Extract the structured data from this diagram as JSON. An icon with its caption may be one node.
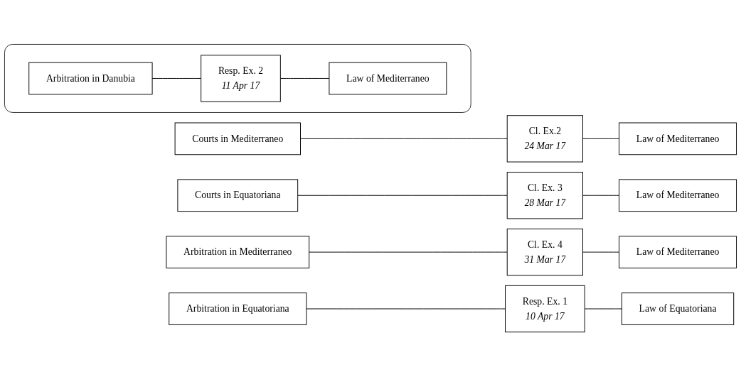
{
  "diagram": {
    "nodes": [
      {
        "text": [
          "Courts in Mediterraneo"
        ]
      },
      {
        "text": [
          "Cl. Ex.2",
          "24 Mar 17"
        ]
      },
      {
        "text": [
          "Law of Mediterraneo"
        ]
      },
      {
        "text": [
          "Courts in Equatoriana"
        ]
      },
      {
        "text": [
          "Cl. Ex. 3",
          "28 Mar 17"
        ]
      },
      {
        "text": [
          "Law of Mediterraneo"
        ]
      },
      {
        "text": [
          "Arbitration in Mediterraneo"
        ]
      },
      {
        "text": [
          "Cl. Ex. 4",
          "31 Mar 17"
        ]
      },
      {
        "text": [
          "Law of Mediterraneo"
        ]
      },
      {
        "text": [
          "Arbitration in Equatoriana"
        ]
      },
      {
        "text": [
          "Resp. Ex. 1",
          "10 Apr 17"
        ]
      },
      {
        "text": [
          "Law of Equatoriana"
        ]
      },
      {
        "text": [],
        "shape": "box"
      },
      {
        "text": [
          "Arbitration in Danubia"
        ],
        "in": 12
      },
      {
        "text": [
          "Resp. Ex. 2",
          "11 Apr 17"
        ],
        "in": 12
      },
      {
        "text": [
          "Law of Mediterraneo"
        ],
        "in": 12
      }
    ],
    "edges": [
      {
        "from": 0,
        "to": 1,
        "arrow": "none"
      },
      {
        "from": 1,
        "to": 2,
        "arrow": "none"
      },
      {
        "from": 3,
        "to": 4,
        "arrow": "none"
      },
      {
        "from": 4,
        "to": 5,
        "arrow": "none"
      },
      {
        "from": 6,
        "to": 7,
        "arrow": "none"
      },
      {
        "from": 7,
        "to": 8,
        "arrow": "none"
      },
      {
        "from": 9,
        "to": 10,
        "arrow": "none"
      },
      {
        "from": 10,
        "to": 11,
        "arrow": "none"
      },
      {
        "from": 13,
        "to": 14,
        "arrow": "none"
      },
      {
        "from": 14,
        "to": 15,
        "arrow": "none"
      }
    ]
  }
}
